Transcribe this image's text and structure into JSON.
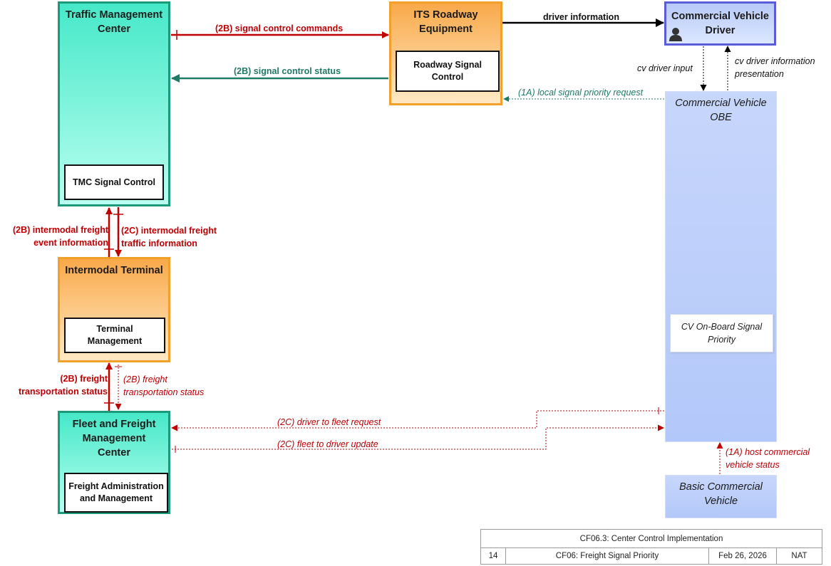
{
  "nodes": {
    "tmc": {
      "title": "Traffic Management Center",
      "sub": "TMC Signal Control"
    },
    "its": {
      "title": "ITS Roadway Equipment",
      "sub": "Roadway Signal Control"
    },
    "cvd": {
      "title": "Commercial Vehicle Driver"
    },
    "obe": {
      "title": "Commercial Vehicle OBE",
      "sub": "CV On-Board Signal Priority"
    },
    "imt": {
      "title": "Intermodal Terminal",
      "sub": "Terminal Management"
    },
    "ffm": {
      "title": "Fleet and Freight Management Center",
      "sub": "Freight Administration and Management"
    },
    "bcv": {
      "title": "Basic Commercial Vehicle"
    }
  },
  "flows": {
    "signal_control_commands": "(2B) signal control commands",
    "signal_control_status": "(2B) signal control status",
    "driver_information": "driver information",
    "cv_driver_input": "cv driver input",
    "cv_driver_info_presentation_1": "cv driver information",
    "cv_driver_info_presentation_2": "presentation",
    "local_signal_priority_request": "(1A) local signal priority request",
    "intermodal_event_1": "(2B) intermodal freight",
    "intermodal_event_2": "event information",
    "intermodal_traffic_1": "(2C) intermodal freight",
    "intermodal_traffic_2": "traffic information",
    "freight_status_solid_1": "(2B) freight",
    "freight_status_solid_2": "transportation status",
    "freight_status_dotted_1": "(2B) freight",
    "freight_status_dotted_2": "transportation status",
    "driver_to_fleet_request": "(2C) driver to fleet request",
    "fleet_to_driver_update": "(2C) fleet to driver update",
    "host_vehicle_status_1": "(1A) host commercial",
    "host_vehicle_status_2": "vehicle status"
  },
  "footer": {
    "title": "CF06.3: Center Control Implementation",
    "page": "14",
    "name": "CF06: Freight Signal Priority",
    "date": "Feb 26, 2026",
    "code": "NAT"
  },
  "colors": {
    "red": "#c00000",
    "teal_line": "#1f7a66",
    "black": "#000000"
  },
  "icons": {
    "driver": "person-icon"
  }
}
